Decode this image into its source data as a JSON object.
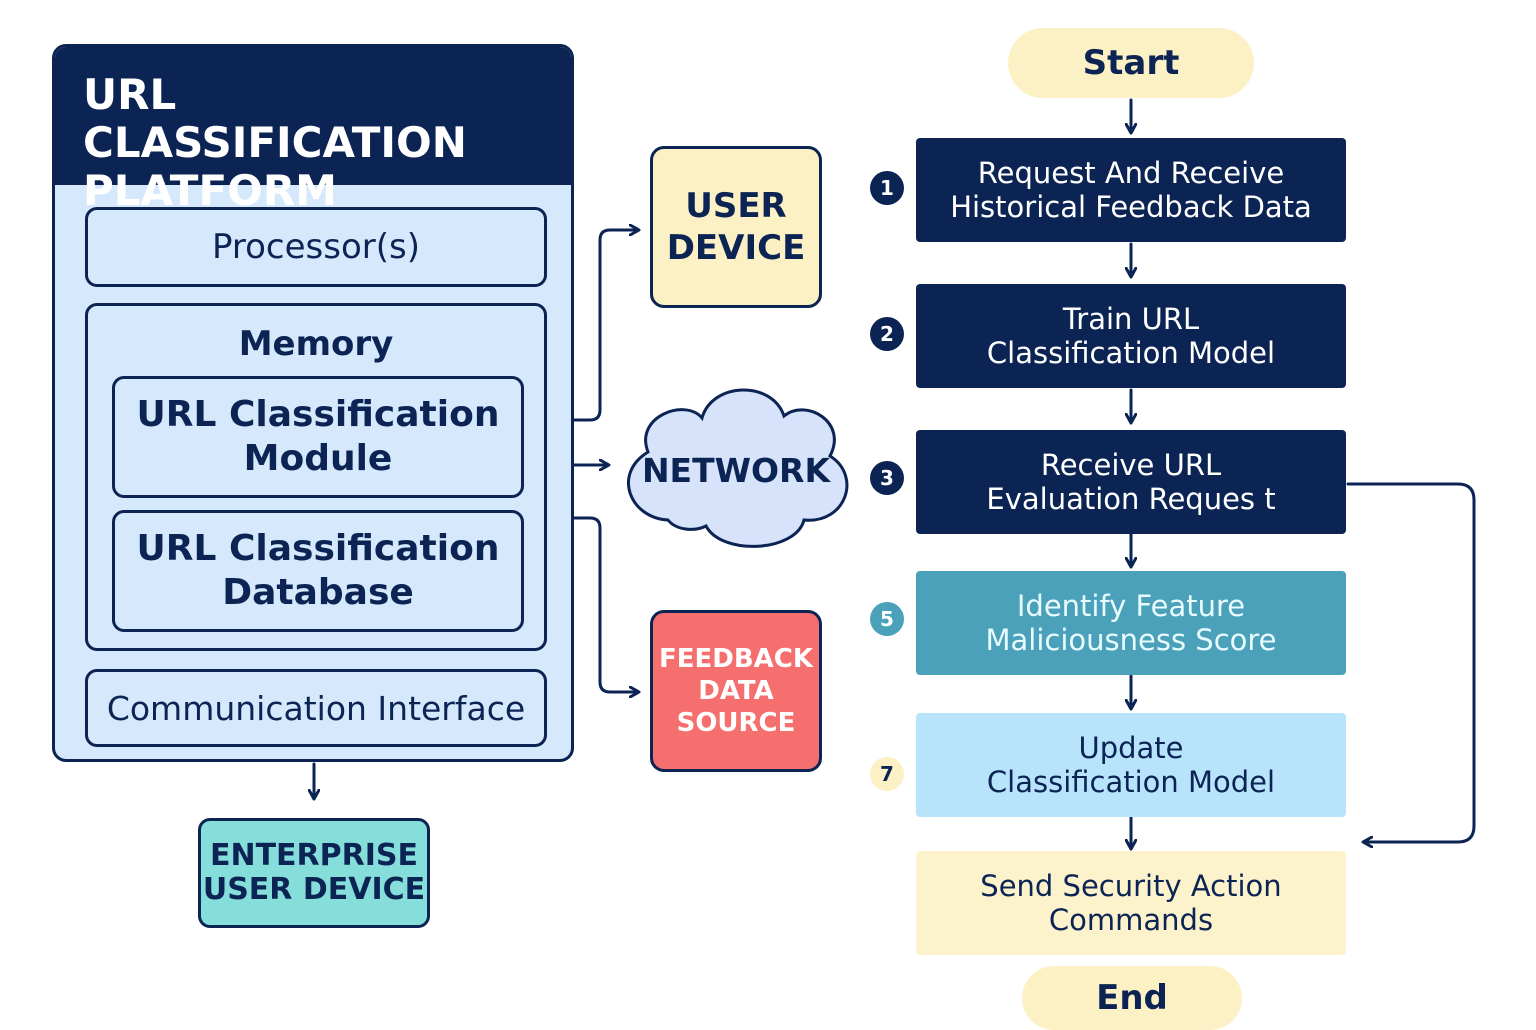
{
  "platform": {
    "title_line1": "URL CLASSIFICATION",
    "title_line2": "PLATFORM",
    "processor": "Processor(s)",
    "memory": "Memory",
    "module_line1": "URL Classification",
    "module_line2": "Module",
    "database_line1": "URL Classification",
    "database_line2": "Database",
    "comm": "Communication Interface"
  },
  "external": {
    "user_device_line1": "USER",
    "user_device_line2": "DEVICE",
    "network": "NETWORK",
    "feedback_line1": "FEEDBACK",
    "feedback_line2": "DATA",
    "feedback_line3": "SOURCE",
    "enterprise_line1": "ENTERPRISE",
    "enterprise_line2": "USER DEVICE"
  },
  "flow": {
    "start": "Start",
    "end": "End",
    "steps": [
      {
        "badge": "1",
        "line1": "Request And Receive",
        "line2": "Historical Feedback Data"
      },
      {
        "badge": "2",
        "line1": "Train URL",
        "line2": "Classification Model"
      },
      {
        "badge": "3",
        "line1": "Receive URL",
        "line2": "Evaluation Reques t"
      },
      {
        "badge": "5",
        "line1": "Identify Feature",
        "line2": "Maliciousness Score"
      },
      {
        "badge": "7",
        "line1": "Update",
        "line2": "Classification Model"
      },
      {
        "badge": "",
        "line1": "Send Security Action",
        "line2": "Commands"
      }
    ]
  },
  "colors": {
    "navy": "#0b2454",
    "light_blue": "#d6e8fb",
    "cream": "#fcf1c5",
    "red": "#f66f6f",
    "teal": "#86dedb",
    "steel_teal": "#4aa1b9",
    "sky": "#b8e4fb"
  }
}
